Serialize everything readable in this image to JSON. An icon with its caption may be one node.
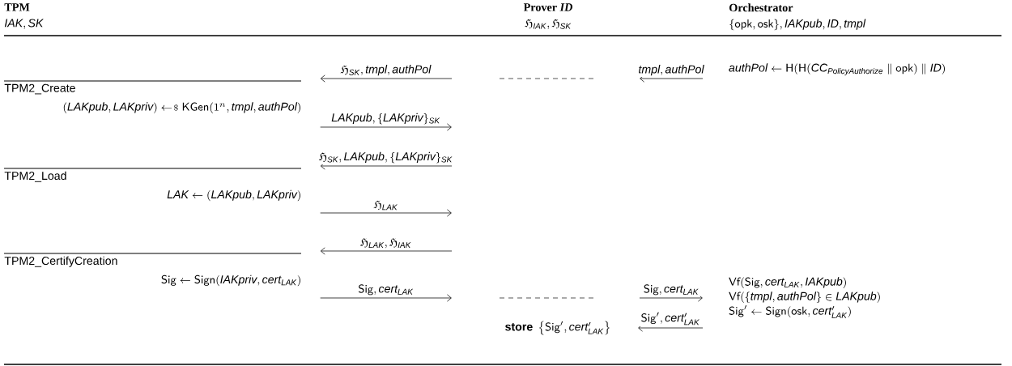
{
  "diagram": {
    "nodes": [
      {
        "text": [
          "TPM",
          "\\mathit{IAK}, \\mathit{SK}"
        ]
      },
      {
        "text": [
          "Prover *ID*",
          "\\mathfrak{H}_{\\mathit{IAK}}, \\mathfrak{H}_{\\mathit{SK}}"
        ]
      },
      {
        "text": [
          "Orchestrator",
          "\\{\\mathsf{opk}, \\mathsf{osk}\\}, \\mathit{IAKpub}, \\mathit{ID}, \\mathit{tmpl}"
        ]
      },
      {
        "text": [
          "TPM2_Create",
          "(\\mathit{LAKpub}, \\mathit{LAKpriv}) \\leftarrow\\!{\\scriptstyle\\$}\\ \\mathsf{KGen}(1^{n}, \\mathit{tmpl}, \\mathit{authPol})"
        ]
      },
      {
        "text": [
          "TPM2_Load",
          "\\mathit{LAK} \\leftarrow (\\mathit{LAKpub}, \\mathit{LAKpriv})"
        ]
      },
      {
        "text": [
          "TPM2_CertifyCreation",
          "\\mathsf{Sig} \\leftarrow \\mathsf{Sign}(\\mathit{IAKpriv}, \\mathit{cert}_{\\mathit{LAK}})"
        ]
      },
      {
        "text": [
          "\\mathit{authPol} \\leftarrow \\mathsf{H}(\\mathsf{H}(\\mathit{CC}_{\\mathit{PolicyAuthorize}} \\parallel \\mathsf{opk}) \\parallel \\mathit{ID})"
        ]
      },
      {
        "text": [
          "\\mathsf{Vf}(\\mathsf{Sig}, \\mathit{cert}_{\\mathit{LAK}}, \\mathit{IAKpub})",
          "\\mathsf{Vf}(\\{\\mathit{tmpl}, \\mathit{authPol}\\} \\in \\mathit{LAKpub})",
          "\\mathsf{Sig}' \\leftarrow \\mathsf{Sign}(\\mathsf{osk}, \\mathit{cert}'_{\\mathit{LAK}})"
        ]
      },
      {
        "text": [
          "\\textbf{store}\\ \\left\\{\\mathsf{Sig}', \\mathit{cert}'_{\\mathit{LAK}}\\right\\}"
        ]
      }
    ],
    "edges": [
      {
        "from": 6,
        "to": null,
        "arrow": "to",
        "label": "\\mathit{tmpl}, \\mathit{authPol}"
      },
      {
        "from": null,
        "to": 3,
        "arrow": "to",
        "label": "\\mathfrak{H}_{\\mathit{SK}}, \\mathit{tmpl}, \\mathit{authPol}"
      },
      {
        "from": 3,
        "to": null,
        "arrow": "to",
        "label": "\\mathit{LAKpub}, \\{\\mathit{LAKpriv}\\}_{\\mathit{SK}}"
      },
      {
        "from": null,
        "to": 4,
        "arrow": "to",
        "label": "\\mathfrak{H}_{\\mathit{SK}}, \\mathit{LAKpub}, \\{\\mathit{LAKpriv}\\}_{\\mathit{SK}}"
      },
      {
        "from": 4,
        "to": null,
        "arrow": "to",
        "label": "\\mathfrak{H}_{\\mathit{LAK}}"
      },
      {
        "from": null,
        "to": 5,
        "arrow": "to",
        "label": "\\mathfrak{H}_{\\mathit{LAK}}, \\mathfrak{H}_{\\mathit{IAK}}"
      },
      {
        "from": 5,
        "to": null,
        "arrow": "to",
        "label": "\\mathsf{Sig}, \\mathit{cert}_{\\mathit{LAK}}"
      },
      {
        "from": null,
        "to": 7,
        "arrow": "to",
        "label": "\\mathsf{Sig}, \\mathit{cert}_{\\mathit{LAK}}"
      },
      {
        "from": 7,
        "to": 8,
        "arrow": "to",
        "label": "\\mathsf{Sig}', \\mathit{cert}'_{\\mathit{LAK}}"
      }
    ]
  }
}
